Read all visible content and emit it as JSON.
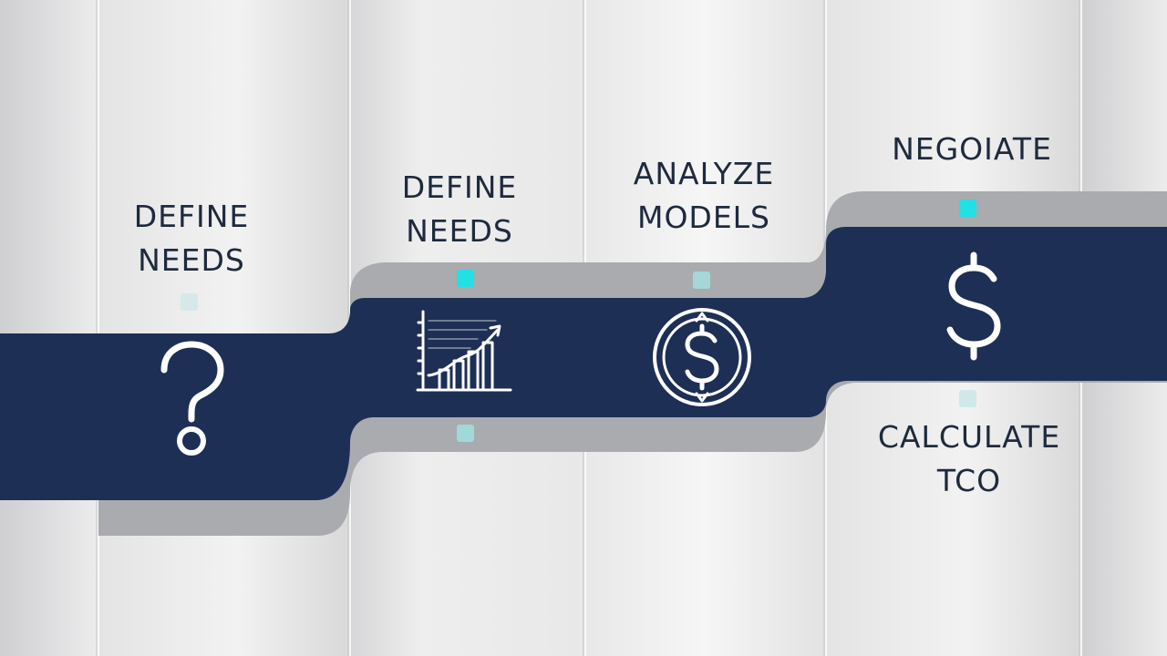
{
  "steps": [
    {
      "lines": [
        "DEFINE",
        "NEEDS"
      ],
      "icon": "question-mark-icon"
    },
    {
      "lines": [
        "DEFINE",
        "NEEDS"
      ],
      "icon": "growth-chart-icon"
    },
    {
      "lines": [
        "ANALYZE",
        "MODELS"
      ],
      "icon": "dollar-coin-icon"
    },
    {
      "lines": [
        "NEGOIATE"
      ],
      "icon": "dollar-sign-icon"
    },
    {
      "lines": [
        "CALCULATE",
        "TCO"
      ]
    }
  ],
  "colors": {
    "ribbon": "#1d2f55",
    "ribbon_shadow": "#a9abae",
    "marker_bright": "#22e0e4",
    "marker_dim": "#9fdad9",
    "label_text": "#1e2a3d",
    "icon_stroke": "#ffffff"
  }
}
